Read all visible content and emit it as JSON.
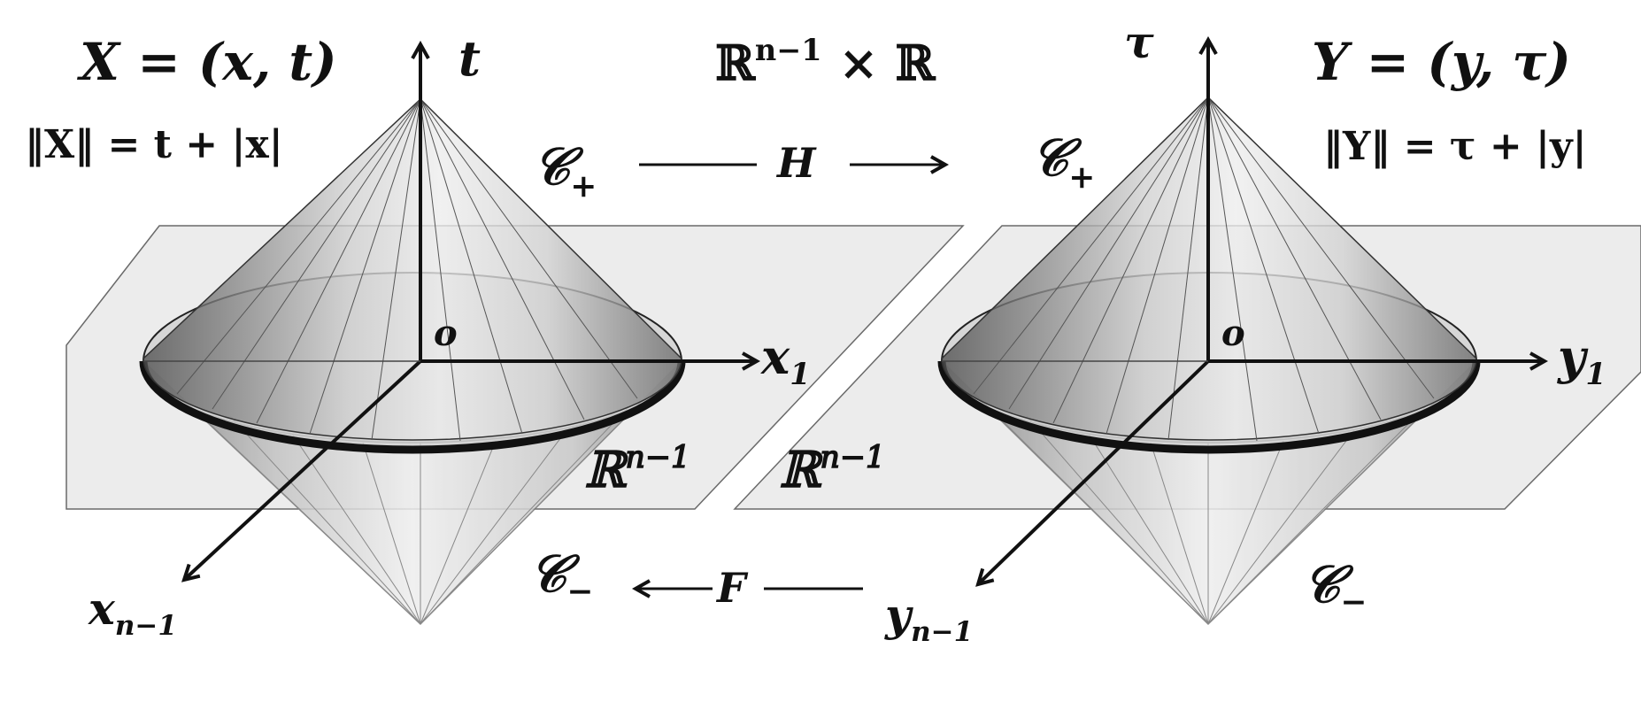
{
  "labels": {
    "left_point": "X = (x, t)",
    "left_norm": "‖X‖ = t + |x|",
    "left_time_axis": "t",
    "left_x1_base": "x",
    "left_x1_sub": "1",
    "left_xn_base": "x",
    "left_xn_sub": "n−1",
    "left_origin": "o",
    "left_cone_plus": "𝒞",
    "left_cone_plus_sub": "+",
    "left_cone_minus": "𝒞",
    "left_cone_minus_sub": "−",
    "left_plane_base": "ℝ",
    "left_plane_sup": "n−1",
    "center_space_base": "ℝ",
    "center_space_sup": "n−1",
    "center_space_rest": " × ℝ",
    "map_h": "H",
    "map_f": "F",
    "right_point": "Y = (y, τ)",
    "right_norm": "‖Y‖ = τ + |y|",
    "right_time_axis": "τ",
    "right_y1_base": "y",
    "right_y1_sub": "1",
    "right_yn_base": "y",
    "right_yn_sub": "n−1",
    "right_origin": "o",
    "right_cone_plus": "𝒞",
    "right_cone_plus_sub": "+",
    "right_cone_minus": "𝒞",
    "right_cone_minus_sub": "−",
    "right_plane_base": "ℝ",
    "right_plane_sup": "n−1"
  },
  "colors": {
    "plane": "#ececec",
    "ink": "#111111",
    "cone_dark": "#5a5a5a",
    "cone_light": "#f2f2f2",
    "disk": "#c9c9c9"
  }
}
